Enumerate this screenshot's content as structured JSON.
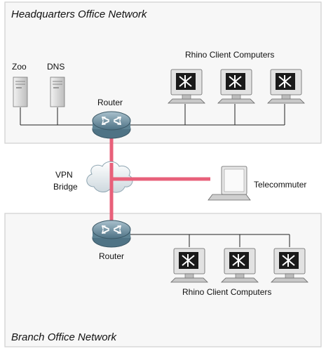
{
  "headquarters": {
    "title": "Headquarters Office Network",
    "servers": [
      "Zoo",
      "DNS"
    ],
    "router_label": "Router",
    "clients_label": "Rhino Client Computers"
  },
  "vpn": {
    "label_line1": "VPN",
    "label_line2": "Bridge",
    "telecommuter_label": "Telecommuter"
  },
  "branch": {
    "title": "Branch Office Network",
    "router_label": "Router",
    "clients_label": "Rhino Client Computers"
  },
  "colors": {
    "panel_bg": "#f7f7f7",
    "panel_border": "#cfcfcf",
    "vpn_line": "#e8607a",
    "router_fill": "#7d9cab",
    "computer_fill": "#dcdcdc",
    "line": "#222222"
  }
}
